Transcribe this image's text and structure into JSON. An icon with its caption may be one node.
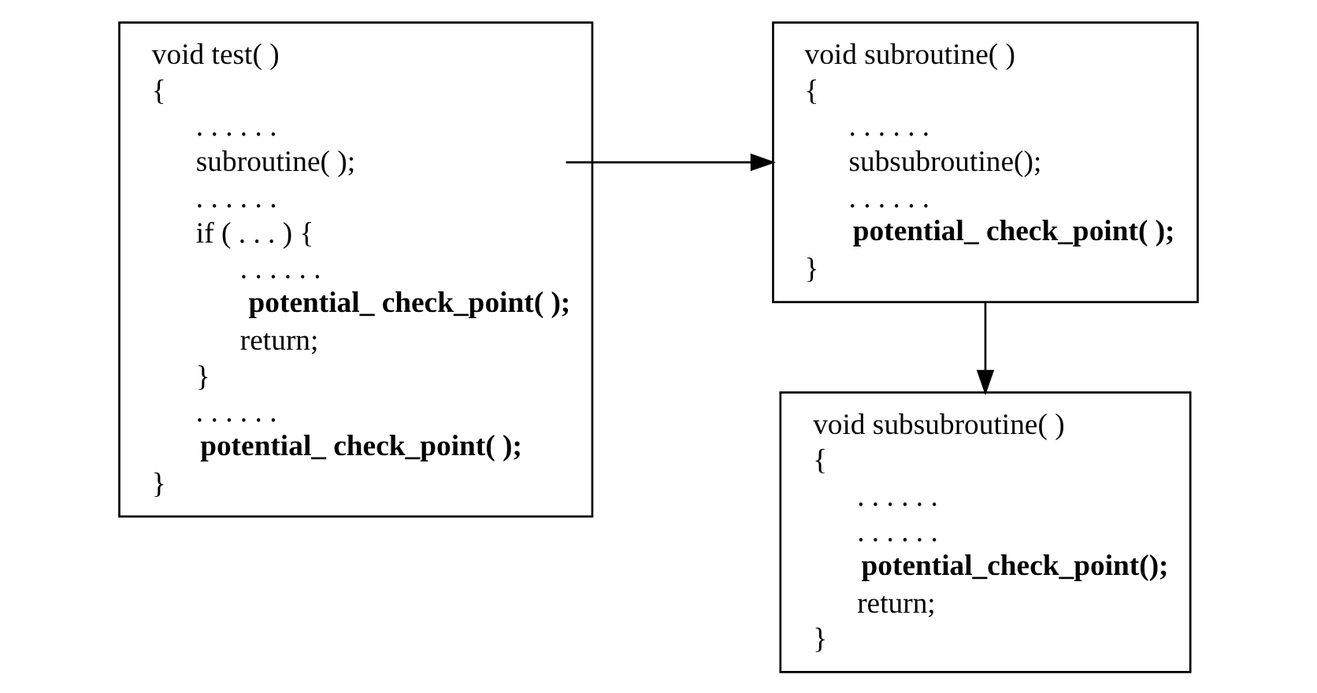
{
  "diagram": {
    "nodes": [
      {
        "text": [
          "void test( )",
          "{",
          ". . . . . .",
          "subroutine( );",
          ". . . . . .",
          "if ( . . . ) {",
          ". . . . . .",
          "**potential_ check_point( );**",
          "return;",
          "}",
          ". . . . . .",
          "**potential_ check_point( );**",
          "}"
        ]
      },
      {
        "text": [
          "void subroutine( )",
          "{",
          ". . . . . .",
          "subsubroutine();",
          ". . . . . .",
          "**potential_ check_point( );**",
          "}"
        ]
      },
      {
        "text": [
          "void subsubroutine( )",
          "{",
          ". . . . . .",
          ". . . . . .",
          "**potential_check_point();**",
          "return;",
          "}"
        ]
      }
    ],
    "edges": [
      {
        "from": 0,
        "to": 1,
        "arrow": "to"
      },
      {
        "from": 1,
        "to": 2,
        "arrow": "to"
      }
    ]
  }
}
